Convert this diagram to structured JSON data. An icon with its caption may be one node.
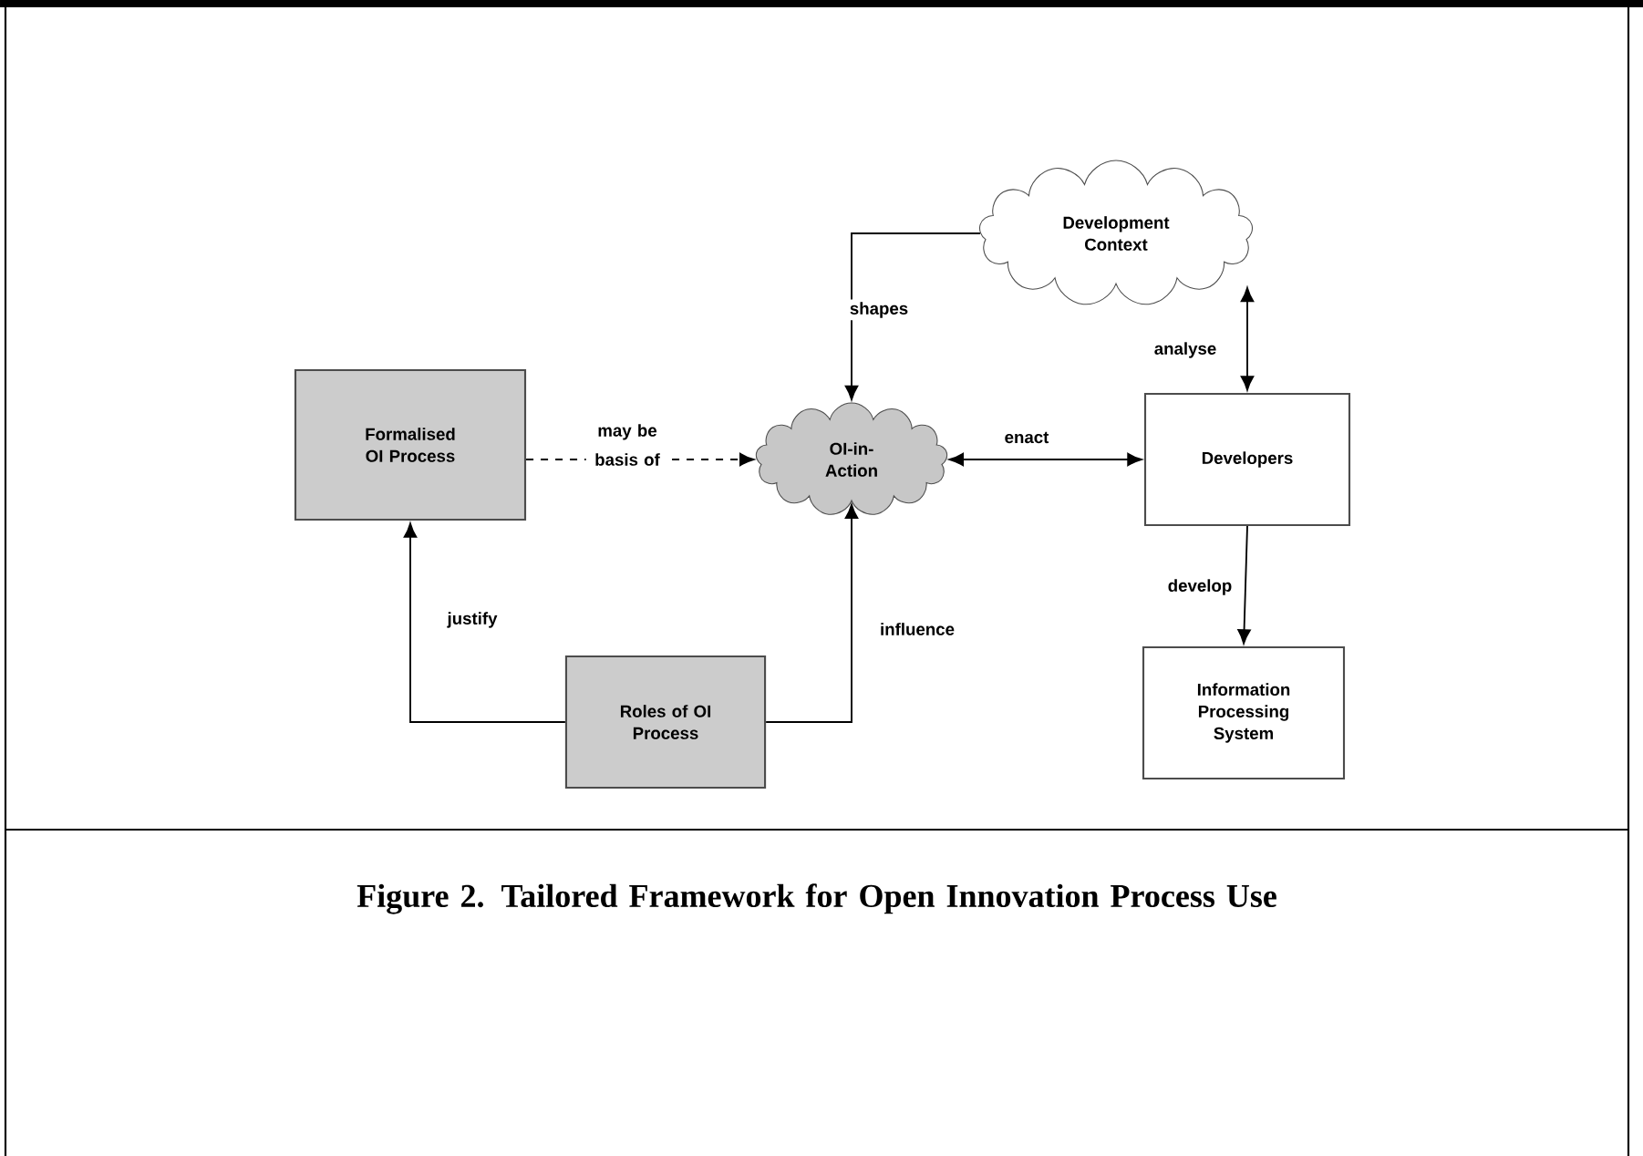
{
  "diagram": {
    "caption": "Figure 2.  Tailored Framework for Open Innovation Process Use",
    "nodes": [
      {
        "text": [
          "Development Context"
        ]
      },
      {
        "text": [
          "Formalised OI Process"
        ]
      },
      {
        "text": [
          "OI-in-Action"
        ]
      },
      {
        "text": [
          "Developers"
        ]
      },
      {
        "text": [
          "Roles of OI Process"
        ]
      },
      {
        "text": [
          "Information Processing System"
        ]
      }
    ],
    "edges": [
      {
        "from": 0,
        "to": 2,
        "arrow": "to",
        "label": "shapes"
      },
      {
        "from": 1,
        "to": 2,
        "arrow": "to",
        "label": "may be basis of",
        "style": "dashed"
      },
      {
        "from": 0,
        "to": 3,
        "arrow": "both",
        "label": "analyse"
      },
      {
        "from": 2,
        "to": 3,
        "arrow": "both",
        "label": "enact"
      },
      {
        "from": 3,
        "to": 5,
        "arrow": "to",
        "label": "develop"
      },
      {
        "from": 4,
        "to": 1,
        "arrow": "to",
        "label": "justify"
      },
      {
        "from": 4,
        "to": 2,
        "arrow": "to",
        "label": "influence"
      }
    ]
  }
}
